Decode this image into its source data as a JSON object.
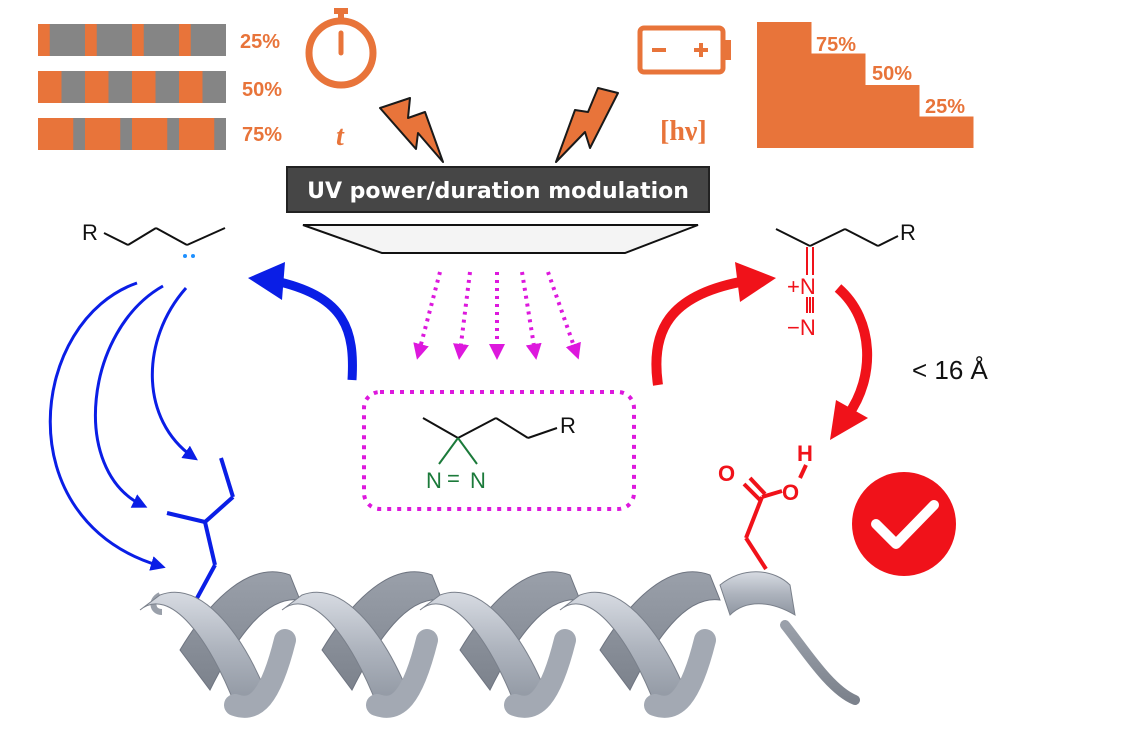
{
  "colors": {
    "orange": "#E8743A",
    "grey": "#858585",
    "blue": "#0A1EE6",
    "red": "#F0121A",
    "magenta": "#DD18DD",
    "green": "#1B7A3A",
    "banner_bg": "#464646",
    "helix": "#B8BEC8"
  },
  "duty_cycle_bars": {
    "labels": [
      "25%",
      "50%",
      "75%"
    ],
    "fractions": [
      0.25,
      0.5,
      0.75
    ]
  },
  "time_symbol": "t",
  "light_symbol": "[hν]",
  "battery": {
    "minus": "−",
    "plus": "+"
  },
  "power_staircase": {
    "labels": [
      "75%",
      "50%",
      "25%"
    ],
    "levels": [
      1.0,
      0.75,
      0.5,
      0.25
    ]
  },
  "banner": {
    "text": "UV power/duration modulation"
  },
  "carbene": {
    "r": "R"
  },
  "diazirine": {
    "r": "R",
    "n_left": "N",
    "n_right": "N",
    "double_bond": "="
  },
  "diazo": {
    "r": "R",
    "n_plus": "+N",
    "n_minus": "−N"
  },
  "distance_label": "< 16 Å",
  "acid": {
    "o_carbonyl": "O",
    "o_hydroxyl": "O",
    "h": "H"
  },
  "icons": [
    "stopwatch-icon",
    "battery-icon",
    "lightning-bolt-icon",
    "checkmark-icon",
    "protein-helix-icon"
  ]
}
